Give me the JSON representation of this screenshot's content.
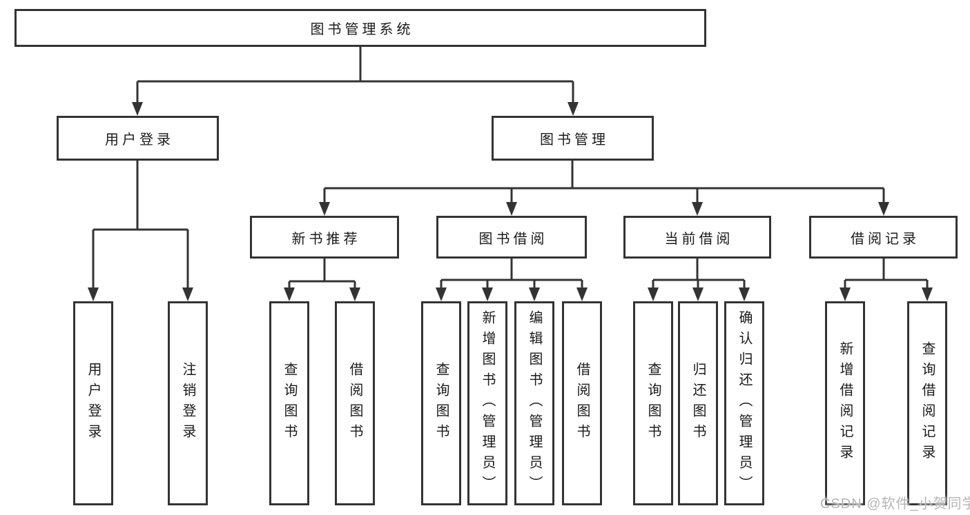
{
  "colors": {
    "page-bg": "#ffffff",
    "box-bg": "#ffffff",
    "line": "#333333",
    "text": "#1a1a1a",
    "watermark": "#b5b5b5"
  },
  "watermark": {
    "text": "CSDN @软件_小贺同学"
  },
  "tree": {
    "root": {
      "label": "图书管理系统"
    },
    "branches": [
      {
        "label": "用户登录",
        "leaves": [
          {
            "label": "用户登录"
          },
          {
            "label": "注销登录"
          }
        ]
      },
      {
        "label": "图书管理",
        "sections": [
          {
            "label": "新书推荐",
            "leaves": [
              {
                "label": "查询图书"
              },
              {
                "label": "借阅图书"
              }
            ]
          },
          {
            "label": "图书借阅",
            "leaves": [
              {
                "label": "查询图书"
              },
              {
                "label": "新增图书（管理员）"
              },
              {
                "label": "编辑图书（管理员）"
              },
              {
                "label": "借阅图书"
              }
            ]
          },
          {
            "label": "当前借阅",
            "leaves": [
              {
                "label": "查询图书"
              },
              {
                "label": "归还图书"
              },
              {
                "label": "确认归还（管理员）"
              }
            ]
          },
          {
            "label": "借阅记录",
            "leaves": [
              {
                "label": "新增借阅记录"
              },
              {
                "label": "查询借阅记录"
              }
            ]
          }
        ]
      }
    ]
  }
}
